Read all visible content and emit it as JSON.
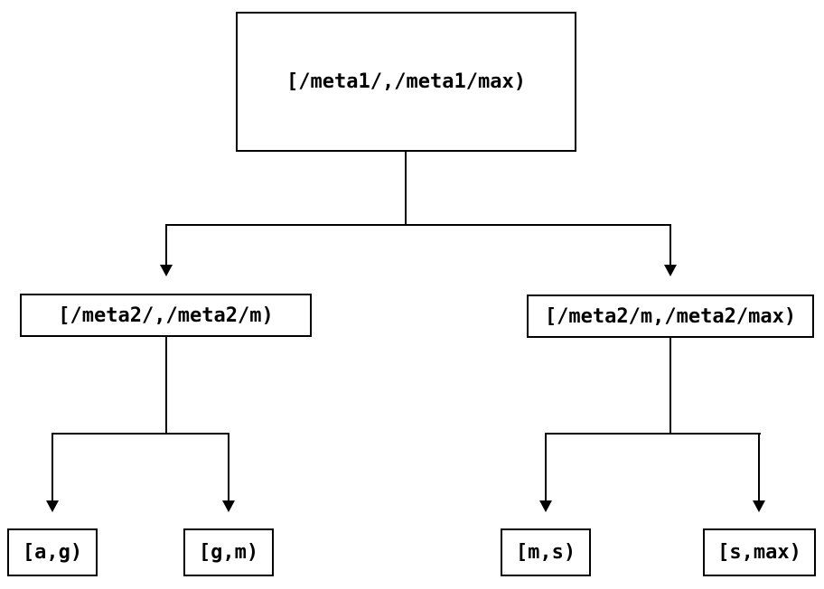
{
  "diagram": {
    "type": "binary-tree",
    "background_color": "#ffffff",
    "line_color": "#000000",
    "text_color": "#000000",
    "arrow_icon": "triangle-down",
    "nodes": {
      "root": {
        "label": "[/meta1/,/meta1/max)"
      },
      "left": {
        "label": "[/meta2/,/meta2/m)"
      },
      "right": {
        "label": "[/meta2/m,/meta2/max)"
      },
      "left_left": {
        "label": "[a,g)"
      },
      "left_right": {
        "label": "[g,m)"
      },
      "right_left": {
        "label": "[m,s)"
      },
      "right_right": {
        "label": "[s,max)"
      }
    },
    "edges": [
      {
        "from": "root",
        "to": "left",
        "arrow": "triangle-down"
      },
      {
        "from": "root",
        "to": "right",
        "arrow": "triangle-down"
      },
      {
        "from": "left",
        "to": "left_left",
        "arrow": "triangle-down"
      },
      {
        "from": "left",
        "to": "left_right",
        "arrow": "triangle-down"
      },
      {
        "from": "right",
        "to": "right_left",
        "arrow": "triangle-down"
      },
      {
        "from": "right",
        "to": "right_right",
        "arrow": "triangle-down"
      }
    ]
  }
}
